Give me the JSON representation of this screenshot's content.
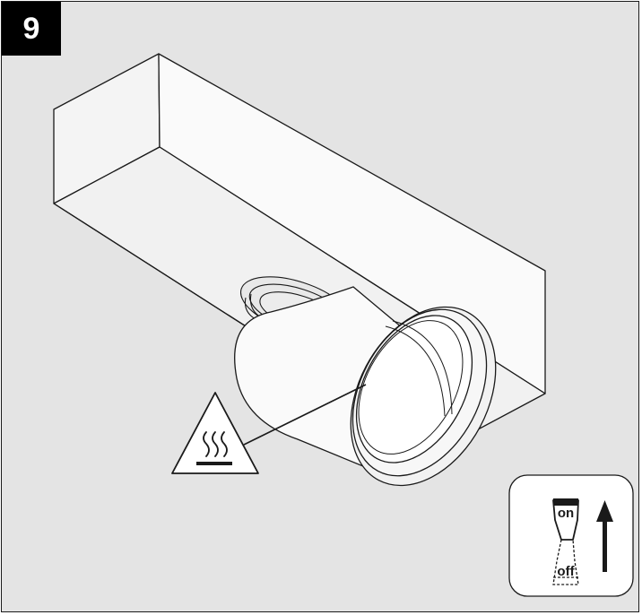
{
  "step": {
    "number": "9"
  },
  "colors": {
    "background": "#e4e4e4",
    "line": "#1a1a1a",
    "housing": "#f7f7f7",
    "badge": "#000000"
  },
  "warning": {
    "icon": "hot-surface-warning-icon"
  },
  "switch_panel": {
    "on_label": "on",
    "off_label": "off",
    "icon": "rocker-switch-icon",
    "arrow_icon": "arrow-up-icon"
  }
}
